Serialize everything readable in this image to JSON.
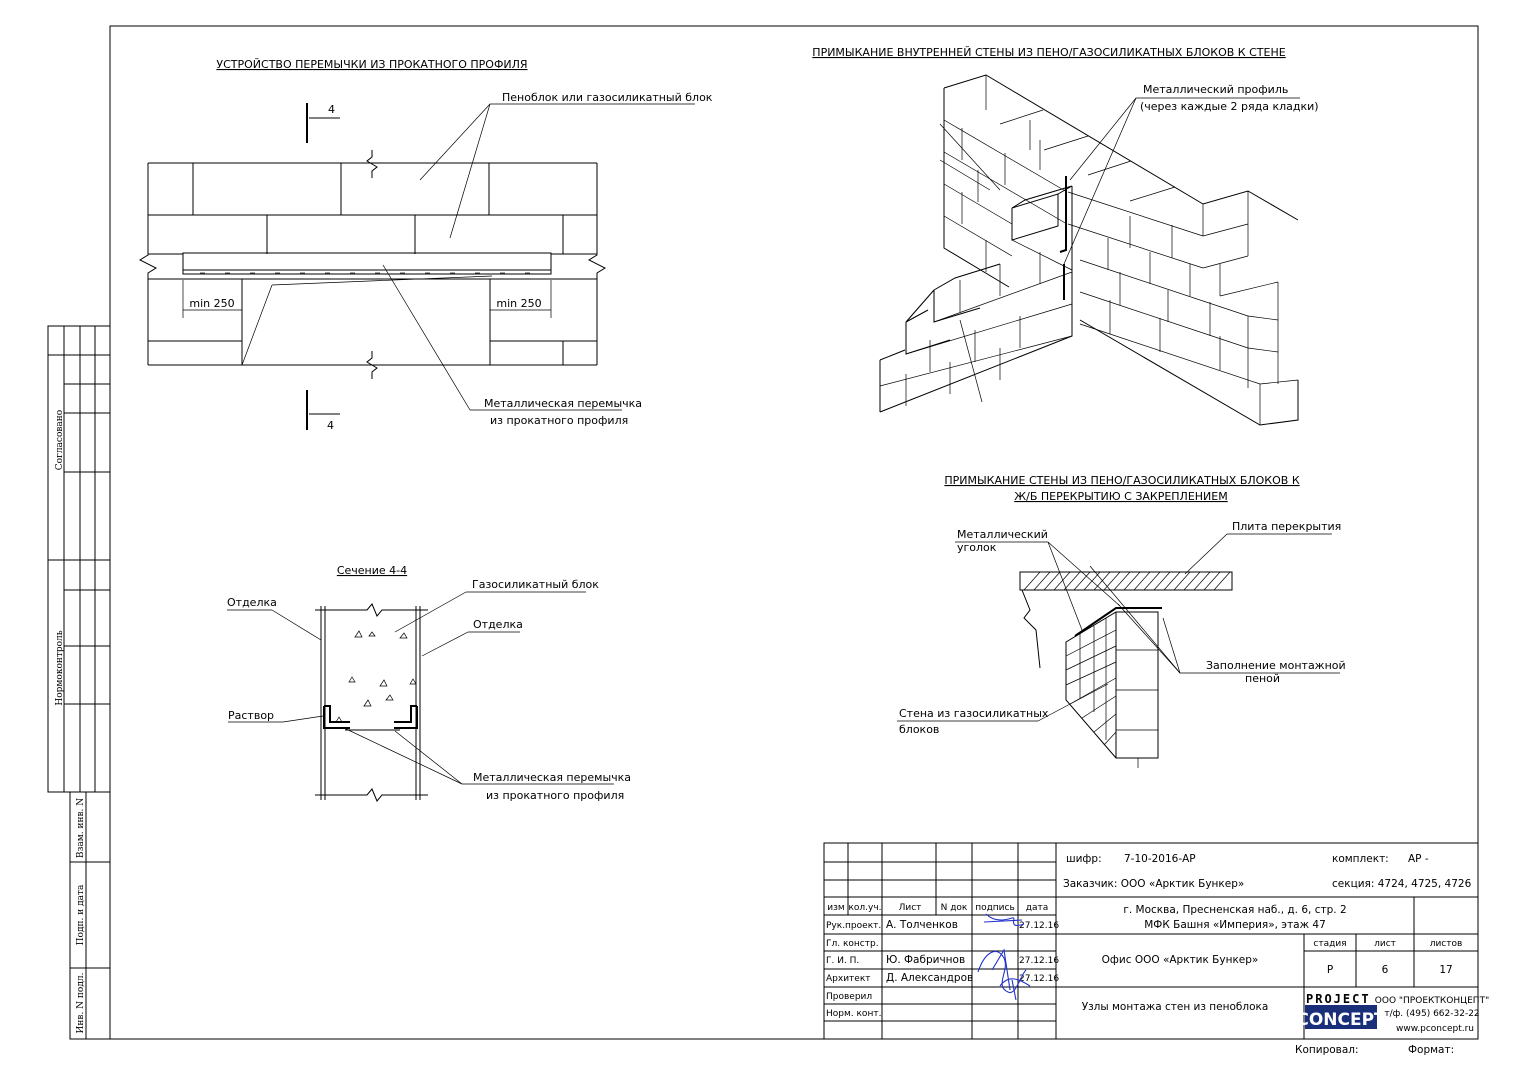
{
  "drawing1": {
    "title": "УСТРОЙСТВО ПЕРЕМЫЧКИ ИЗ ПРОКАТНОГО ПРОФИЛЯ",
    "label_block": "Пеноблок или газосиликатный блок",
    "label_lintel_1": "Металлическая перемычка",
    "label_lintel_2": "из прокатного профиля",
    "dim_left": "min 250",
    "dim_right": "min 250",
    "section_mark_top": "4",
    "section_mark_bottom": "4"
  },
  "drawing2": {
    "title": "Сечение 4-4",
    "label_finish_left": "Отделка",
    "label_block": "Газосиликатный блок",
    "label_finish_right": "Отделка",
    "label_mortar": "Раствор",
    "label_lintel_1": "Металлическая перемычка",
    "label_lintel_2": "из прокатного профиля"
  },
  "drawing3": {
    "title": "ПРИМЫКАНИЕ ВНУТРЕННЕЙ СТЕНЫ ИЗ ПЕНО/ГАЗОСИЛИКАТНЫХ БЛОКОВ К СТЕНЕ",
    "label_profile_1": "Металлический профиль",
    "label_profile_2": "(через каждые 2 ряда кладки)"
  },
  "drawing4": {
    "title_1": "ПРИМЫКАНИЕ СТЕНЫ ИЗ ПЕНО/ГАЗОСИЛИКАТНЫХ БЛОКОВ К",
    "title_2": "Ж/Б ПЕРЕКРЫТИЮ С ЗАКРЕПЛЕНИЕМ",
    "label_angle_1": "Металлический",
    "label_angle_2": "уголок",
    "label_slab": "Плита перекрытия",
    "label_foam_1": "Заполнение монтажной",
    "label_foam_2": "пеной",
    "label_wall_1": "Стена из газосиликатных",
    "label_wall_2": "блоков"
  },
  "left_strip": {
    "agreed": "Согласовано",
    "norm_control": "Нормоконтроль",
    "replace_inv": "Взам. инв. N",
    "sign_date": "Подп. и дата",
    "inv_orig": "Инв. N подл."
  },
  "stamp": {
    "cipher_label": "шифр:",
    "cipher_value": "7-10-2016-АР",
    "set_label": "комплект:",
    "set_value": "АР -",
    "customer": "Заказчик: ООО «Арктик Бункер»",
    "section": "секция: 4724, 4725, 4726",
    "address_1": "г. Москва, Пресненская наб., д. 6, стр. 2",
    "address_2": "МФК Башня «Империя», этаж 47",
    "object": "Офис ООО «Арктик Бункер»",
    "stage_label": "стадия",
    "sheet_label": "лист",
    "sheets_label": "листов",
    "stage_value": "Р",
    "sheet_value": "6",
    "sheets_value": "17",
    "drawing_name": "Узлы монтажа стен из пеноблока",
    "header": [
      "изм",
      "кол.уч.",
      "Лист",
      "N док",
      "подпись",
      "дата"
    ],
    "rows": [
      {
        "role": "Рук.проект.",
        "name": "А. Толченков",
        "date": "27.12.16"
      },
      {
        "role": "Гл. констр.",
        "name": "",
        "date": ""
      },
      {
        "role": "Г. И. П.",
        "name": "Ю. Фабричнов",
        "date": "27.12.16"
      },
      {
        "role": "Архитект",
        "name": "Д. Александров",
        "date": "27.12.16"
      },
      {
        "role": "Проверил",
        "name": "",
        "date": ""
      },
      {
        "role": "Норм. конт.",
        "name": "",
        "date": ""
      }
    ],
    "logo_top": "PROJECT",
    "logo_bottom": "CONCEPT",
    "company": "ООО \"ПРОЕКТКОНЦЕПТ\"",
    "phone": "т/ф. (495) 662-32-22",
    "site": "www.pconcept.ru"
  },
  "footer": {
    "copied": "Копировал:",
    "format": "Формат:"
  }
}
